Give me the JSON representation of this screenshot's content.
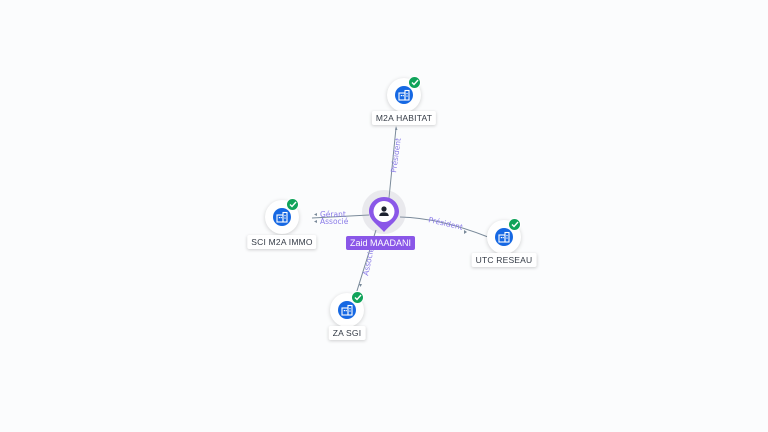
{
  "person": {
    "name": "Zaid MAADANI",
    "icon": "user-icon",
    "color": "#8a57e8"
  },
  "companies": [
    {
      "name": "M2A HABITAT",
      "icon": "building-icon",
      "status": "verified"
    },
    {
      "name": "SCI M2A IMMO",
      "icon": "building-icon",
      "status": "verified"
    },
    {
      "name": "UTC RESEAU",
      "icon": "building-icon",
      "status": "verified"
    },
    {
      "name": "ZA SGI",
      "icon": "building-icon",
      "status": "verified"
    }
  ],
  "relations": [
    {
      "company": "M2A HABITAT",
      "roles": [
        "Président"
      ]
    },
    {
      "company": "SCI M2A IMMO",
      "roles": [
        "Gérant",
        "Associé"
      ]
    },
    {
      "company": "UTC RESEAU",
      "roles": [
        "Président"
      ]
    },
    {
      "company": "ZA SGI",
      "roles": [
        "Associé"
      ]
    }
  ],
  "colors": {
    "company_icon": "#1668e3",
    "verified_badge": "#10a35a",
    "role_text": "#8a7be8",
    "edge": "#7a8a9a"
  }
}
